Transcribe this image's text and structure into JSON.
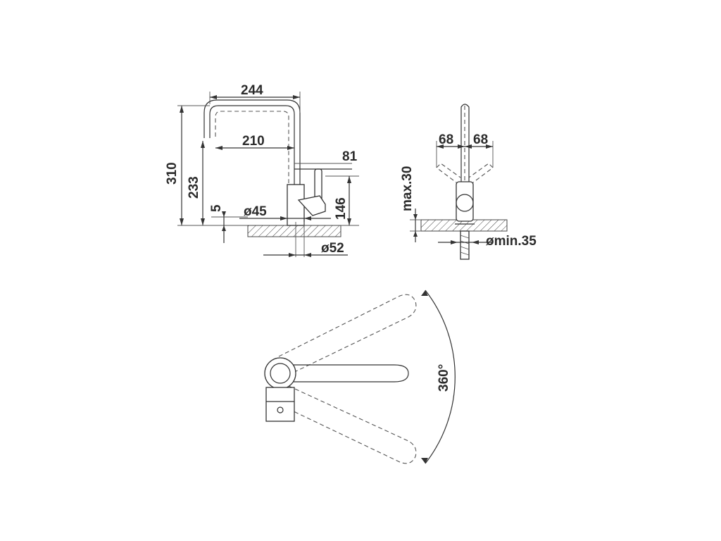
{
  "dimensions": {
    "width_244": "244",
    "reach_210": "210",
    "offset_81": "81",
    "height_310": "310",
    "height_233": "233",
    "base_5": "5",
    "dia_45": "ø45",
    "height_146": "146",
    "dia_52": "ø52",
    "lever_68_left": "68",
    "lever_68_right": "68",
    "max_30": "max.30",
    "min_35": "ømin.35",
    "swivel_360": "360°"
  },
  "colors": {
    "line": "#333333",
    "text": "#2b2b2b",
    "background": "#ffffff"
  }
}
